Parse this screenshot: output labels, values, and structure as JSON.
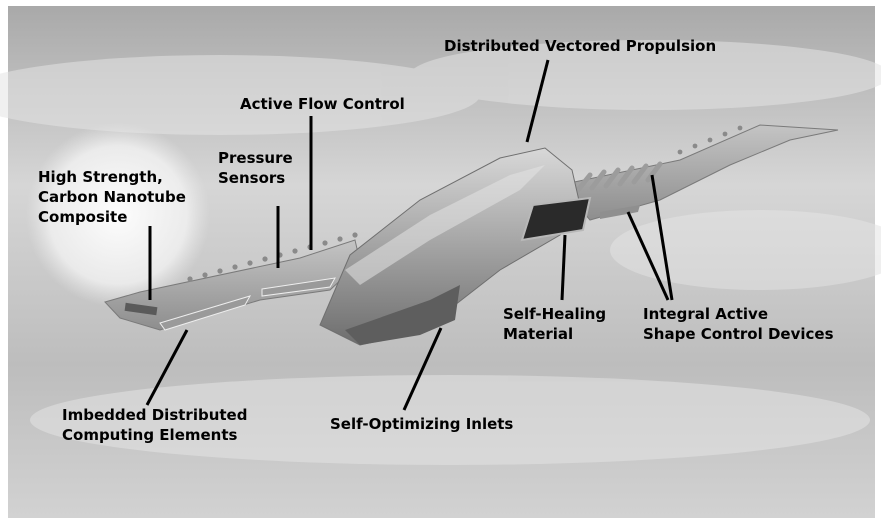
{
  "callouts": {
    "high_strength": "High Strength,\nCarbon Nanotube\nComposite",
    "pressure_sensors": "Pressure\nSensors",
    "active_flow": "Active Flow Control",
    "propulsion": "Distributed Vectored Propulsion",
    "computing": "Imbedded Distributed\nComputing Elements",
    "inlets": "Self-Optimizing Inlets",
    "self_healing": "Self-Healing\nMaterial",
    "shape_control": "Integral Active\nShape Control Devices"
  }
}
